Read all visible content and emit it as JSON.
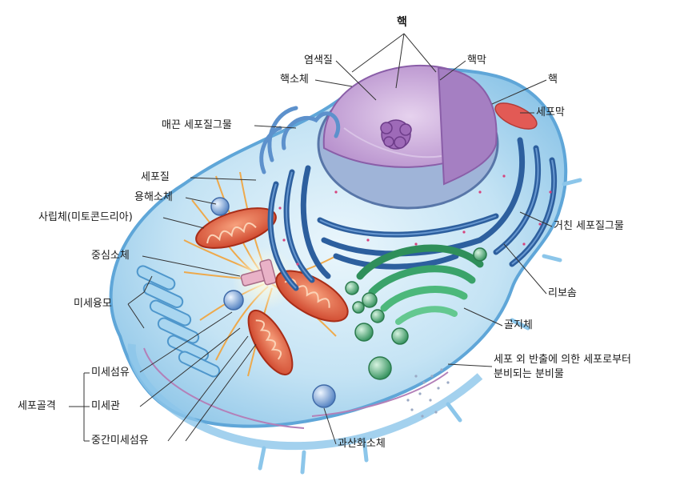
{
  "labels": {
    "nucleus_title": "핵",
    "chromatin": "염색질",
    "nuclear_envelope": "핵막",
    "nucleolus": "핵소체",
    "nucleus": "핵",
    "smooth_er": "매끈 세포질그물",
    "plasma_membrane": "세포막",
    "cytoplasm": "세포질",
    "lysosome": "용해소체",
    "mitochondrion": "사립체(미토콘드리아)",
    "centrosome": "중심소체",
    "microvilli": "미세융모",
    "rough_er": "거친 세포질그물",
    "ribosomes": "리보솜",
    "golgi": "골지체",
    "secretion_line1": "세포 외 반출에 의한 세포로부터",
    "secretion_line2": "분비되는 분비물",
    "microfilaments": "미세섬유",
    "cytoskeleton": "세포골격",
    "microtubules": "미세관",
    "intermediate_filaments": "중간미세섬유",
    "peroxisome": "과산화소체"
  },
  "colors": {
    "cell_fill": "#bfe0f3",
    "membrane": "#6fb3e0",
    "nucleus_fill": "#c9a9d9",
    "er_blue": "#2d5f9e",
    "golgi_green": "#3aa36a",
    "mitochondria": "#e2583b",
    "filament": "#f2a33a"
  }
}
